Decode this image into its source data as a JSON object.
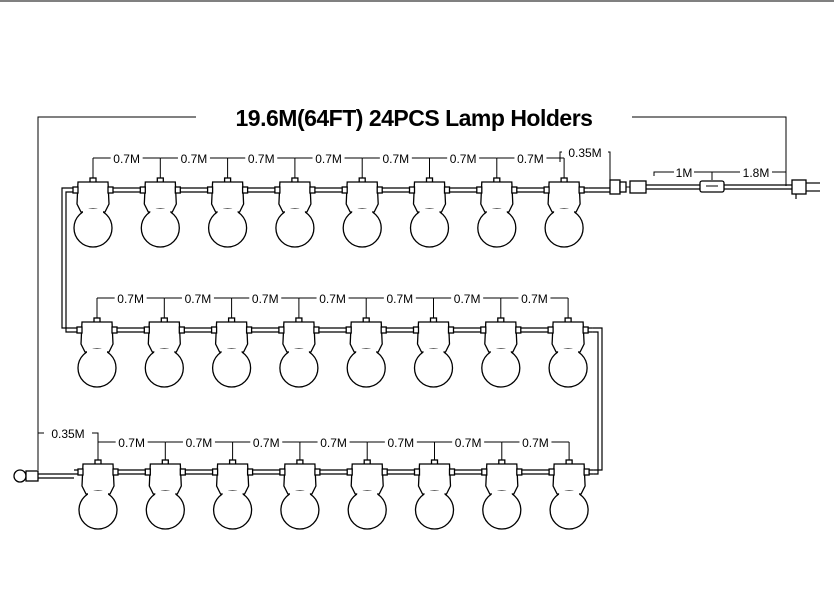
{
  "title": "19.6M(64FT) 24PCS Lamp Holders",
  "segment_label": "0.7M",
  "lead_label": "0.35M",
  "cable_1_label": "1M",
  "cable_2_label": "1.8M",
  "rows": [
    {
      "bulbs": 8,
      "spacing_labels": [
        "0.7M",
        "0.7M",
        "0.7M",
        "0.7M",
        "0.7M",
        "0.7M",
        "0.7M"
      ],
      "end_lead": "0.35M"
    },
    {
      "bulbs": 8,
      "spacing_labels": [
        "0.7M",
        "0.7M",
        "0.7M",
        "0.7M",
        "0.7M",
        "0.7M",
        "0.7M"
      ]
    },
    {
      "bulbs": 8,
      "spacing_labels": [
        "0.7M",
        "0.7M",
        "0.7M",
        "0.7M",
        "0.7M",
        "0.7M",
        "0.7M"
      ],
      "start_lead": "0.35M"
    }
  ],
  "icons": {
    "bulb": "lamp-holder-bulb-icon",
    "plug": "power-plug-icon",
    "switch": "inline-switch-icon",
    "connector": "end-connector-icon"
  }
}
